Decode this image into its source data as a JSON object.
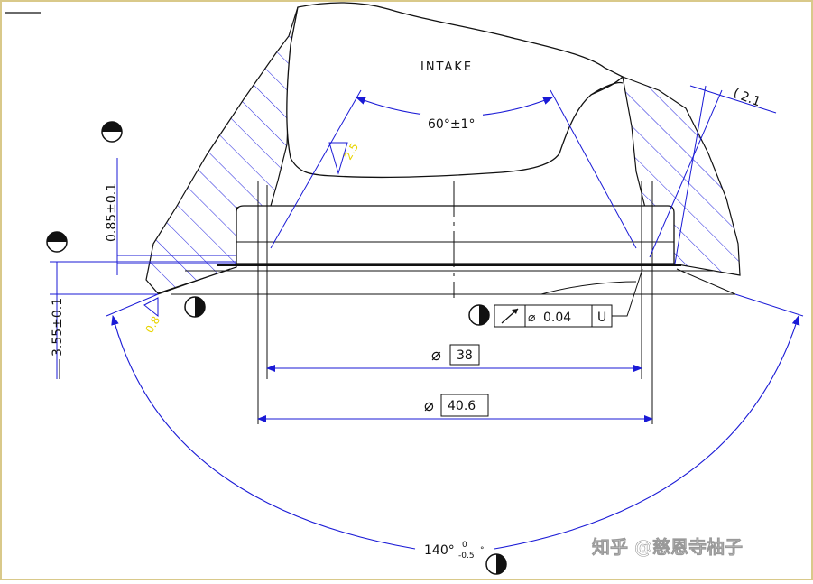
{
  "drawing": {
    "part_label": "INTAKE",
    "angle_seat": "60°±1°",
    "angle_bottom": "140°",
    "angle_bottom_tol_upper": "0",
    "angle_bottom_tol_lower": "-0.5",
    "angle_bottom_tol_unit": "°",
    "dim_left_upper": "0.85±0.1",
    "dim_left_lower": "3.55±0.1",
    "dim_top_right": "2.1",
    "roughness_seat": "2.5",
    "roughness_left": "0.8",
    "runout_tolerance": "0.04",
    "runout_datum": "U",
    "diameter_inner": "38",
    "diameter_outer": "40.6",
    "diameter_symbol": "⌀",
    "runout_symbol": "↗"
  },
  "watermark": {
    "text": "知乎 @慈恩寺柚子"
  },
  "colors": {
    "frame_border": "#d9c98a",
    "blue": "#1a1ad6",
    "black": "#111111",
    "yellow": "#e8d400",
    "hatch": "#2e2ee0"
  }
}
